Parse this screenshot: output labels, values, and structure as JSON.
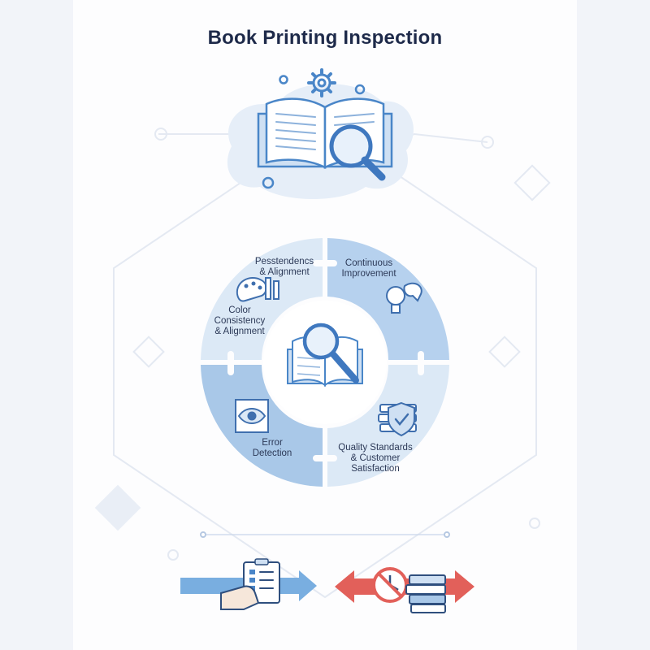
{
  "title": "Book Printing Inspection",
  "segments": [
    {
      "label_line1": "Pesstendencs",
      "label_line2": "& Alignment",
      "icon": "palette-ruler-icon"
    },
    {
      "label_line1": "Continuous",
      "label_line2": "Improvement",
      "icon": "lightbulb-icon"
    },
    {
      "label_line1": "Error",
      "label_line2": "Detection",
      "icon": "eye-icon"
    },
    {
      "label_line1": "Quality Standards",
      "label_line2": "& Customer",
      "label_line3": "Satisfaction",
      "icon": "shield-check-icon"
    }
  ],
  "color_label": {
    "line1": "Color",
    "line2": "Consistency",
    "line3": "& Alignment"
  },
  "colors": {
    "background": "#f2f4f9",
    "title": "#1e2a4a",
    "accent_blue": "#4a86c8",
    "light_blue": "#d7e6f5",
    "mid_blue": "#a9c8e8",
    "arrow_red": "#e2605a"
  },
  "bottom_icons": [
    "checklist-hand-icon",
    "no-time-icon",
    "book-stack-icon"
  ]
}
